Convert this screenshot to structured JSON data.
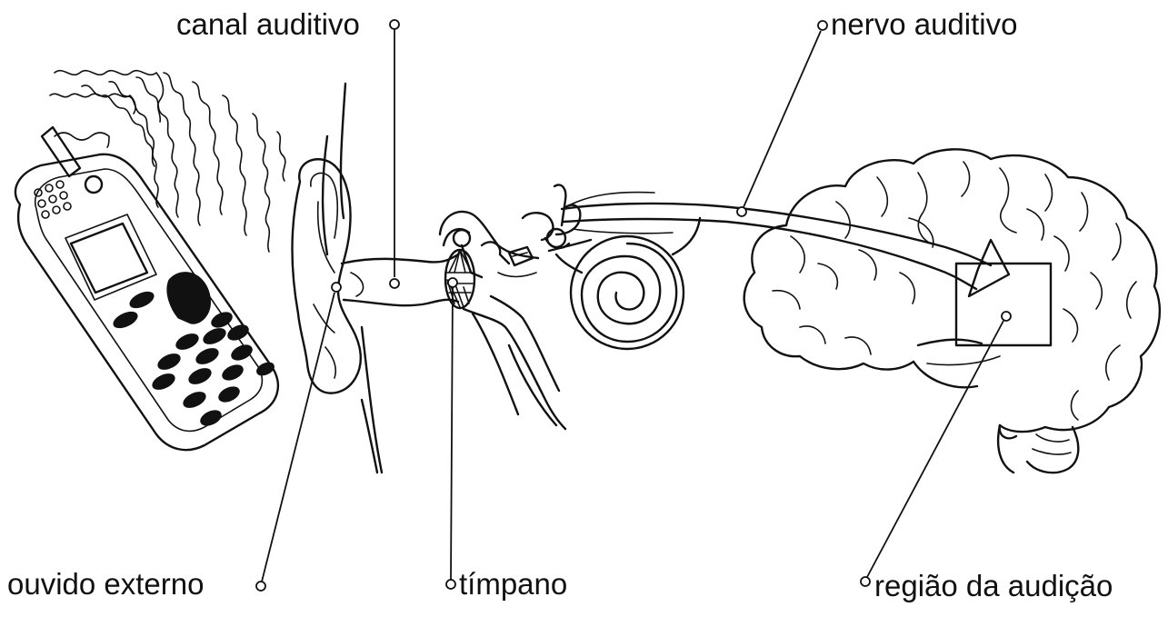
{
  "labels": {
    "canal_auditivo": "canal auditivo",
    "nervo_auditivo": "nervo auditivo",
    "ouvido_externo": "ouvido externo",
    "timpano": "tímpano",
    "regiao_audicao": "região da audição"
  },
  "colors": {
    "ink": "#111111",
    "background": "#ffffff"
  }
}
